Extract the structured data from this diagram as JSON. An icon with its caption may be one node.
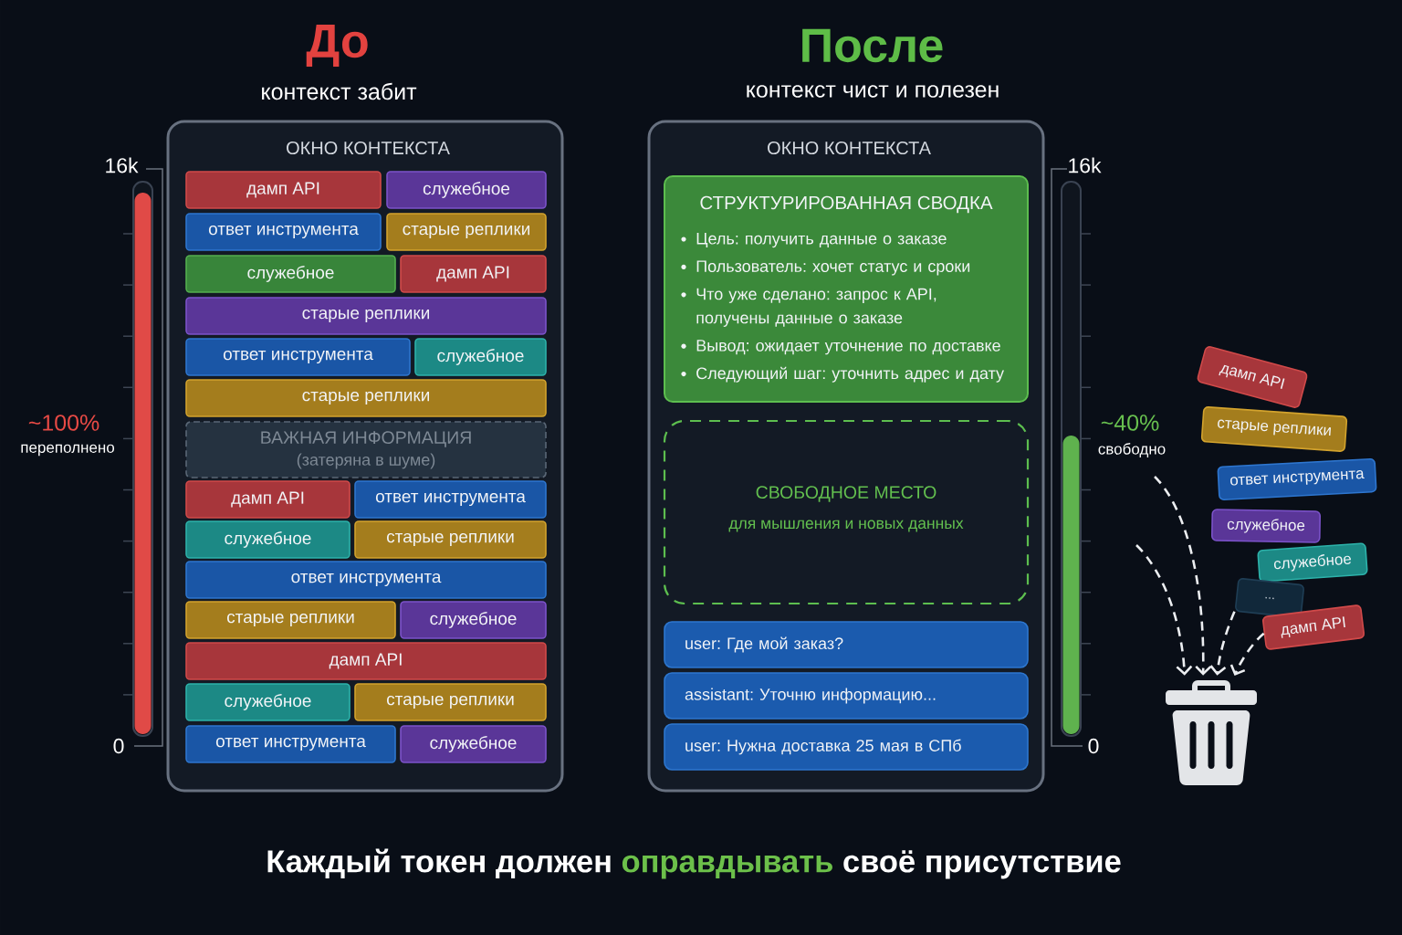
{
  "diagram": {
    "caption": "Каждый токен должен **оправдывать** своё присутствие",
    "nodes": [
      {
        "text": [
          "До",
          "контекст забит",
          "ОКНО КОНТЕКСТА"
        ]
      },
      {
        "text": [
          "дамп API"
        ],
        "in": 0
      },
      {
        "text": [
          "служебное"
        ],
        "in": 0
      },
      {
        "text": [
          "ответ инструмента"
        ],
        "in": 0
      },
      {
        "text": [
          "старые реплики"
        ],
        "in": 0
      },
      {
        "text": [
          "служебное"
        ],
        "in": 0
      },
      {
        "text": [
          "дамп API"
        ],
        "in": 0
      },
      {
        "text": [
          "старые реплики"
        ],
        "in": 0
      },
      {
        "text": [
          "ответ инструмента"
        ],
        "in": 0
      },
      {
        "text": [
          "служебное"
        ],
        "in": 0
      },
      {
        "text": [
          "старые реплики"
        ],
        "in": 0
      },
      {
        "text": [
          "ВАЖНАЯ ИНФОРМАЦИЯ",
          "(затеряна в шуме)"
        ],
        "in": 0
      },
      {
        "text": [
          "дамп API"
        ],
        "in": 0
      },
      {
        "text": [
          "ответ инструмента"
        ],
        "in": 0
      },
      {
        "text": [
          "служебное"
        ],
        "in": 0
      },
      {
        "text": [
          "старые реплики"
        ],
        "in": 0
      },
      {
        "text": [
          "ответ инструмента"
        ],
        "in": 0
      },
      {
        "text": [
          "старые реплики"
        ],
        "in": 0
      },
      {
        "text": [
          "служебное"
        ],
        "in": 0
      },
      {
        "text": [
          "дамп API"
        ],
        "in": 0
      },
      {
        "text": [
          "служебное"
        ],
        "in": 0
      },
      {
        "text": [
          "старые реплики"
        ],
        "in": 0
      },
      {
        "text": [
          "ответ инструмента"
        ],
        "in": 0
      },
      {
        "text": [
          "служебное"
        ],
        "in": 0
      },
      {
        "text": [
          "После",
          "контекст чист и полезен",
          "ОКНО КОНТЕКСТА"
        ]
      },
      {
        "text": [
          "СТРУКТУРИРОВАННАЯ СВОДКА",
          "Цель: получить данные о заказе",
          "Пользователь: хочет статус и сроки",
          "Что уже сделано: запрос к API, получены данные о заказе",
          "Вывод: ожидает уточнение по доставке",
          "Следующий шаг: уточнить адрес и дату"
        ],
        "in": 24
      },
      {
        "text": [
          "СВОБОДНОЕ МЕСТО",
          "для мышления и новых данных"
        ],
        "in": 24
      },
      {
        "text": [
          "user: Где мой заказ?"
        ],
        "in": 24
      },
      {
        "text": [
          "assistant: Уточню информацию..."
        ],
        "in": 24
      },
      {
        "text": [
          "user: Нужна доставка 25 мая в СПб"
        ],
        "in": 24
      },
      {
        "text": [
          "дамп API"
        ]
      },
      {
        "text": [
          "старые реплики"
        ]
      },
      {
        "text": [
          "ответ инструмента"
        ]
      },
      {
        "text": [
          "служебное"
        ]
      },
      {
        "text": [
          "служебное"
        ]
      },
      {
        "text": [
          "..."
        ]
      },
      {
        "text": [
          "дамп API"
        ]
      },
      {
        "text": [],
        "shape": "picture"
      }
    ],
    "edges": [
      {
        "from": null,
        "to": 37,
        "arrow": "to",
        "style": "dashed"
      },
      {
        "from": null,
        "to": 37,
        "arrow": "to",
        "style": "dashed"
      },
      {
        "from": 35,
        "to": 37,
        "arrow": "to",
        "style": "dashed"
      },
      {
        "from": 36,
        "to": 37,
        "arrow": "to",
        "style": "dashed"
      }
    ],
    "labels": [
      "16k",
      "~100%",
      "переполнено",
      "0",
      "16k",
      "~40%",
      "свободно",
      "0"
    ]
  }
}
